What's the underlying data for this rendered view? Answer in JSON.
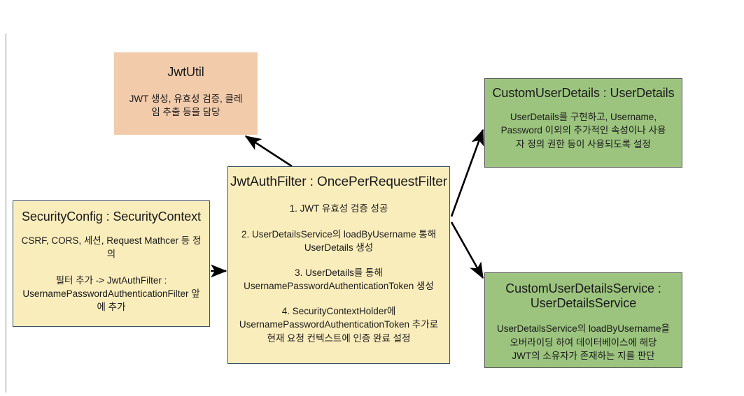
{
  "diagram": {
    "palette": {
      "peach": "#F2CBAB",
      "yellow": "#FAEDBC",
      "green": "#9CC47F",
      "yellow_border": "#3C4F6B",
      "green_border": "#58585A",
      "arrow": "#000000",
      "background": "#FFFFFF"
    },
    "nodes": {
      "jwtutil": {
        "title": "JwtUtil",
        "body": "JWT 생성, 유효성 검증, 클레\n임 추출 등을 담당"
      },
      "securityconfig": {
        "title": "SecurityConfig : SecurityContext",
        "body1": "CSRF, CORS, 세션, Request Mathcer 등 정\n의",
        "body2": "필터 추가 -> JwtAuthFilter :\nUsernamePasswordAuthenticationFilter 앞\n에 추가"
      },
      "jwtauthfilter": {
        "title": "JwtAuthFilter : OncePerRequestFilter",
        "step1": "1. JWT 유효성 검증 성공",
        "step2": "2. UserDetailsService의 loadByUsername 통해\nUserDetails 생성",
        "step3": "3. UserDetails를 통해\nUsernamePasswordAuthenticationToken 생성",
        "step4": "4. SecurityContextHolder에\nUsernamePasswordAuthenticationToken 추가로\n현재 요청 컨텍스트에 인증 완료 설정"
      },
      "customuserdetails": {
        "title": "CustomUserDetails : UserDetails",
        "body": "UserDetails를 구현하고, Username,\nPassword 이외의 추가적인 속성이나 사용\n자 정의 권한 등이 사용되도록 설정"
      },
      "customuserdetailsservice": {
        "title": "CustomUserDetailsService :\nUserDetailsService",
        "body": "UserDetailsService의 loadByUsername을\n오버라이딩 하여 데이터베이스에 해당\nJWT의 소유자가 존재하는 지를 판단"
      }
    },
    "edges": [
      {
        "id": "jwtauthfilter-to-jwtutil",
        "from": "jwtauthfilter",
        "to": "jwtutil",
        "label": ""
      },
      {
        "id": "securityconfig-to-jwtauthfilter",
        "from": "securityconfig",
        "to": "jwtauthfilter",
        "label": ""
      },
      {
        "id": "jwtauthfilter-to-customuserdetails",
        "from": "jwtauthfilter",
        "to": "customuserdetails",
        "label": ""
      },
      {
        "id": "jwtauthfilter-to-customuserdetailsservice",
        "from": "jwtauthfilter",
        "to": "customuserdetailsservice",
        "label": ""
      }
    ]
  }
}
